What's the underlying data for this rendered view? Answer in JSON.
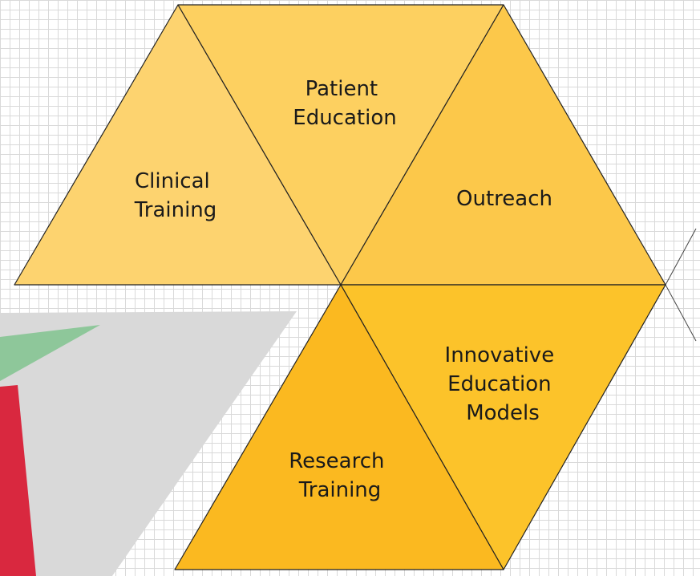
{
  "colors": {
    "clinical": "#fdd36f",
    "patient": "#fdd060",
    "outreach": "#fcc84a",
    "innovative": "#fcc32a",
    "research": "#fbb920",
    "edge": "#222222",
    "gray_shape": "#d9d9d9",
    "green_shape": "#8ec79a",
    "red_shape": "#d9283f"
  },
  "segments": [
    {
      "key": "clinical",
      "lines": [
        "Clinical",
        "Training"
      ]
    },
    {
      "key": "patient",
      "lines": [
        "Patient",
        "Education"
      ]
    },
    {
      "key": "outreach",
      "lines": [
        "Outreach"
      ]
    },
    {
      "key": "innovative",
      "lines": [
        "Innovative",
        "Education",
        "Models"
      ]
    },
    {
      "key": "research",
      "lines": [
        "Research",
        "Training"
      ]
    }
  ]
}
